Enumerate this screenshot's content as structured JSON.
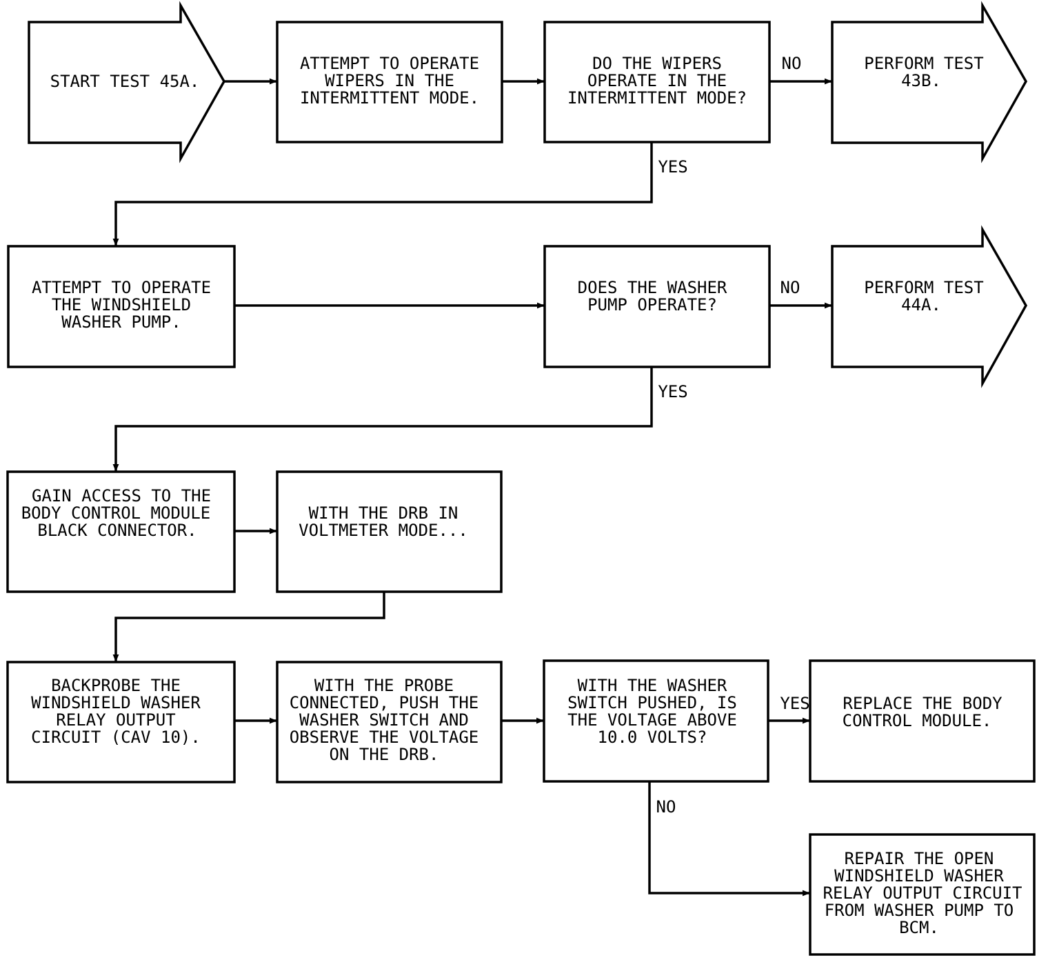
{
  "nodes": {
    "start_test_45a": {
      "lines": [
        "START TEST 45A."
      ]
    },
    "attempt_intermittent": {
      "lines": [
        "ATTEMPT TO OPERATE",
        "WIPERS IN THE",
        "INTERMITTENT MODE."
      ]
    },
    "q_wipers_operate": {
      "lines": [
        "DO THE WIPERS",
        "OPERATE IN THE",
        "INTERMITTENT MODE?"
      ]
    },
    "perform_43b": {
      "lines": [
        "PERFORM TEST",
        "43B."
      ]
    },
    "attempt_washer_pump": {
      "lines": [
        "ATTEMPT TO OPERATE",
        "THE WINDSHIELD",
        "WASHER PUMP."
      ]
    },
    "q_pump_operate": {
      "lines": [
        "DOES THE WASHER",
        "PUMP OPERATE?"
      ]
    },
    "perform_44a": {
      "lines": [
        "PERFORM TEST",
        "44A."
      ]
    },
    "gain_access": {
      "lines": [
        "GAIN ACCESS TO THE",
        "BODY CONTROL MODULE",
        "BLACK CONNECTOR."
      ]
    },
    "drb_voltmeter": {
      "lines": [
        "WITH THE DRB IN",
        "VOLTMETER MODE..."
      ]
    },
    "backprobe": {
      "lines": [
        "BACKPROBE THE",
        "WINDSHIELD WASHER",
        "RELAY OUTPUT",
        "CIRCUIT (CAV 10)."
      ]
    },
    "push_switch": {
      "lines": [
        "WITH THE PROBE",
        "CONNECTED, PUSH THE",
        "WASHER SWITCH AND",
        "OBSERVE THE VOLTAGE",
        "ON THE DRB."
      ]
    },
    "q_voltage": {
      "lines": [
        "WITH THE WASHER",
        "SWITCH PUSHED, IS",
        "THE VOLTAGE ABOVE",
        "10.0 VOLTS?"
      ]
    },
    "replace_bcm": {
      "lines": [
        "REPLACE THE BODY",
        "CONTROL MODULE."
      ]
    },
    "repair_circuit": {
      "lines": [
        "REPAIR THE OPEN",
        "WINDSHIELD WASHER",
        "RELAY OUTPUT CIRCUIT",
        "FROM WASHER PUMP TO",
        "BCM."
      ]
    }
  },
  "edge_labels": {
    "wipers_no": "NO",
    "wipers_yes": "YES",
    "pump_no": "NO",
    "pump_yes": "YES",
    "voltage_yes": "YES",
    "voltage_no": "NO"
  },
  "colors": {
    "ink": "#000000",
    "paper": "#ffffff"
  }
}
